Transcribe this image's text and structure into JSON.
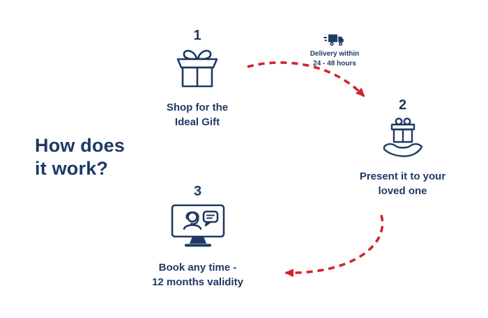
{
  "title": {
    "full": "How does it work?",
    "line1": "How does",
    "line2": "it work?"
  },
  "steps": [
    {
      "number": "1",
      "icon": "gift-box-icon",
      "label": "Shop for the Ideal Gift",
      "label_line1": "Shop for the",
      "label_line2": "Ideal Gift"
    },
    {
      "number": "2",
      "icon": "hand-gift-icon",
      "label": "Present it to your loved one",
      "label_line1": "Present it to your",
      "label_line2": "loved one"
    },
    {
      "number": "3",
      "icon": "support-monitor-icon",
      "label": "Book any time - 12 months validity",
      "label_line1": "Book any time -",
      "label_line2": "12 months validity"
    }
  ],
  "delivery_badge": {
    "icon": "delivery-truck-icon",
    "text": "Delivery within 24 - 48 hours",
    "line1": "Delivery within",
    "line2": "24 - 48 hours"
  },
  "arrows": [
    {
      "name": "arrow-step1-to-step2",
      "style": "red-dashed-curve"
    },
    {
      "name": "arrow-step2-to-step3",
      "style": "red-dashed-curve"
    }
  ],
  "colors": {
    "navy": "#1e3a63",
    "red": "#d2232e",
    "background": "#ffffff"
  }
}
